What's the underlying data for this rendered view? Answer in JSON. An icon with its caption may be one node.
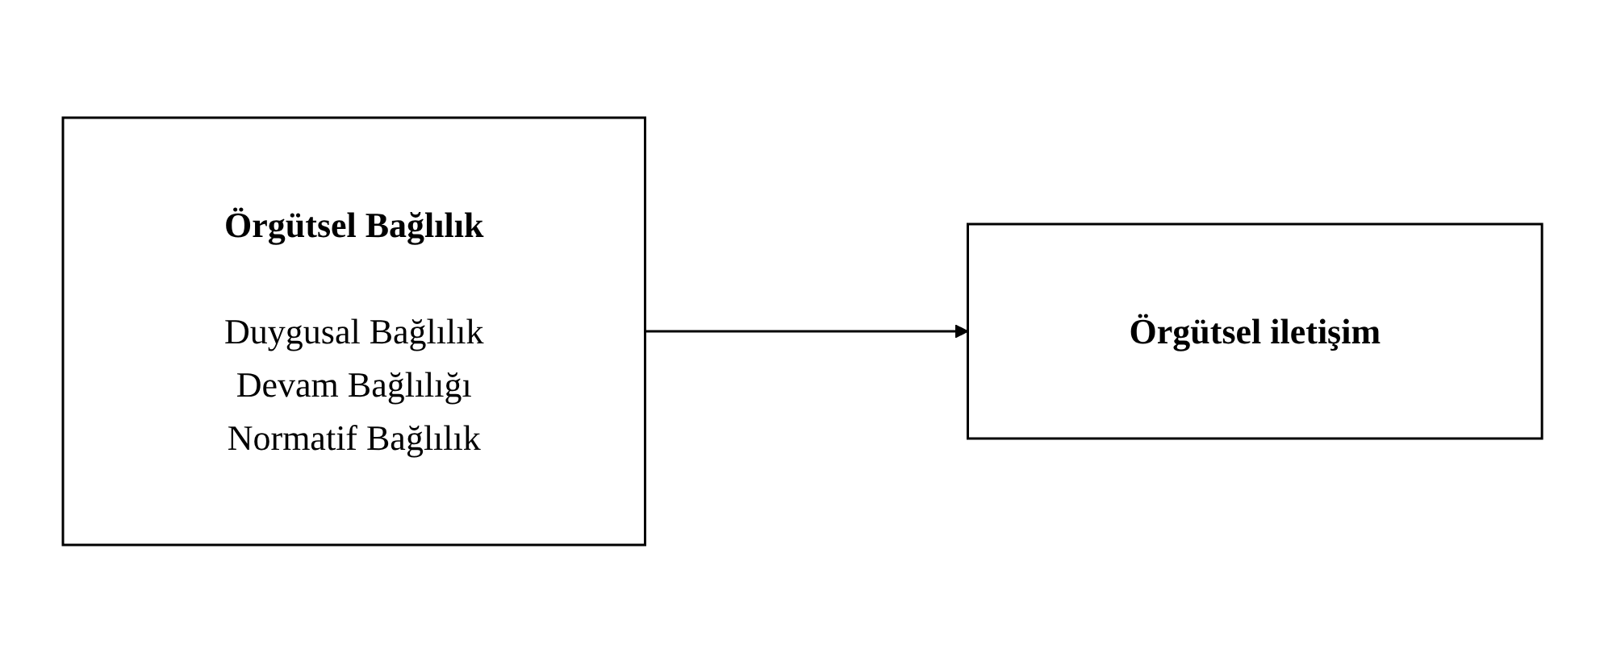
{
  "diagram": {
    "nodes": [
      {
        "text": [
          "Örgütsel Bağlılık",
          "Duygusal Bağlılık",
          "Devam Bağlılığı",
          "Normatif Bağlılık"
        ]
      },
      {
        "text": [
          "Örgütsel iletişim"
        ]
      }
    ],
    "edges": [
      {
        "from": 0,
        "to": 1,
        "arrow": "to"
      }
    ]
  }
}
